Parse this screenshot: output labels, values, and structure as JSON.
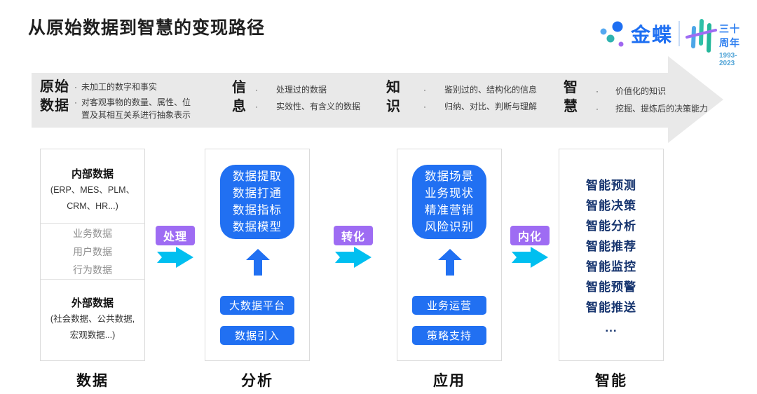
{
  "page": {
    "title": "从原始数据到智慧的变现路径"
  },
  "logo": {
    "brand": "金蝶",
    "anniversary_title": "三十周年",
    "anniversary_years": "1993-2023"
  },
  "banner": {
    "stages": [
      {
        "line1": "原始",
        "line2": "数据",
        "bullets": [
          "未加工的数字和事实",
          "对客观事物的数量、属性、位置及其相互关系进行抽象表示"
        ]
      },
      {
        "line1": "信",
        "line2": "息",
        "bullets": [
          "处理过的数据",
          "实效性、有含义的数据"
        ]
      },
      {
        "line1": "知",
        "line2": "识",
        "bullets": [
          "鉴别过的、结构化的信息",
          "归纳、对比、判断与理解"
        ]
      },
      {
        "line1": "智",
        "line2": "慧",
        "bullets": [
          "价值化的知识",
          "挖掘、提炼后的决策能力"
        ]
      }
    ]
  },
  "flow": {
    "connectors": [
      {
        "label": "处理"
      },
      {
        "label": "转化"
      },
      {
        "label": "内化"
      }
    ],
    "columns": [
      {
        "footer": "数据",
        "sections": [
          {
            "heading": "内部数据",
            "sub_lines": [
              "(ERP、MES、PLM、",
              "CRM、HR...)"
            ]
          },
          {
            "items": [
              "业务数据",
              "用户数据",
              "行为数据"
            ]
          },
          {
            "heading": "外部数据",
            "sub_lines": [
              "(社会数据、公共数据,",
              "宏观数据...)"
            ]
          }
        ]
      },
      {
        "footer": "分析",
        "main_lines": [
          "数据提取",
          "数据打通",
          "数据指标",
          "数据模型"
        ],
        "buttons": [
          "大数据平台",
          "数据引入"
        ]
      },
      {
        "footer": "应用",
        "main_lines": [
          "数据场景",
          "业务现状",
          "精准营销",
          "风险识别"
        ],
        "buttons": [
          "业务运营",
          "策略支持"
        ]
      },
      {
        "footer": "智能",
        "items": [
          "智能预测",
          "智能决策",
          "智能分析",
          "智能推荐",
          "智能监控",
          "智能预警",
          "智能推送",
          "..."
        ]
      }
    ]
  },
  "colors": {
    "blue": "#2170F2",
    "purple": "#9E6CF3",
    "cyan": "#00BFF0",
    "navy": "#17356F",
    "banner_gray": "#E9E9E9"
  }
}
